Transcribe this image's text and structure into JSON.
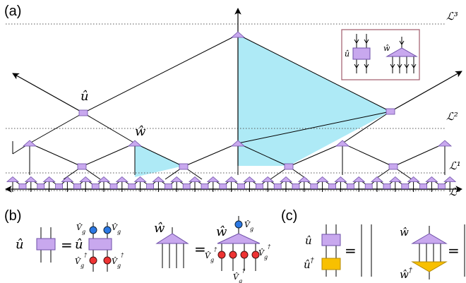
{
  "panels": {
    "a": "(a)",
    "b": "(b)",
    "c": "(c)"
  },
  "levels": [
    "ℒ³",
    "ℒ²",
    "ℒ¹",
    "ℒ⁰"
  ],
  "labels": {
    "u": "û",
    "w": "ŵ",
    "V": "V̂",
    "g": "g",
    "dag": "†",
    "eq": "="
  },
  "colors": {
    "tensor": "#c8a8ee",
    "tensor_stroke": "#6e4fa8",
    "causal_cone": "#aeeaf6",
    "legend_border": "#a05a6c",
    "blue_dot": "#2b78e4",
    "red_dot": "#ee3333",
    "adjoint": "#f8c000"
  }
}
